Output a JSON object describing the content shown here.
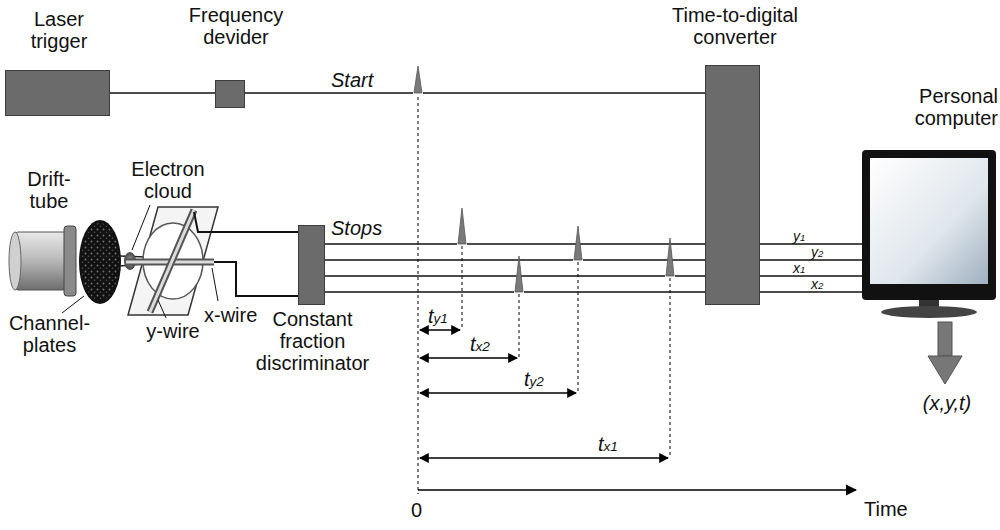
{
  "diagram": {
    "nodes": [
      {
        "text": [
          "Laser trigger"
        ]
      },
      {
        "text": [
          "Frequency devider"
        ]
      },
      {
        "text": [
          "Time-to-digital converter"
        ]
      },
      {
        "text": [
          "Constant fraction discriminator"
        ]
      },
      {
        "text": [
          "Personal computer"
        ]
      }
    ],
    "edges": [
      {
        "from": 0,
        "to": 1,
        "arrow": "none"
      },
      {
        "from": 1,
        "to": 2,
        "label": "Start",
        "arrow": "none"
      },
      {
        "from": 3,
        "to": 2,
        "label": "Stops",
        "arrow": "none"
      },
      {
        "from": 3,
        "to": 2,
        "arrow": "none"
      },
      {
        "from": 3,
        "to": 2,
        "arrow": "none"
      },
      {
        "from": 3,
        "to": 2,
        "arrow": "none"
      },
      {
        "from": 2,
        "to": 4,
        "label": "y1",
        "arrow": "none"
      },
      {
        "from": 2,
        "to": 4,
        "label": "y2",
        "arrow": "none"
      },
      {
        "from": 2,
        "to": 4,
        "label": "x1",
        "arrow": "none"
      },
      {
        "from": 2,
        "to": 4,
        "label": "x2",
        "arrow": "none"
      }
    ],
    "labels": [
      "Drift-tube",
      "Electron cloud",
      "Channel-plates",
      "y-wire",
      "x-wire",
      "ty1",
      "tx2",
      "ty2",
      "tx1",
      "0",
      "Time",
      "(x,y,t)"
    ]
  }
}
